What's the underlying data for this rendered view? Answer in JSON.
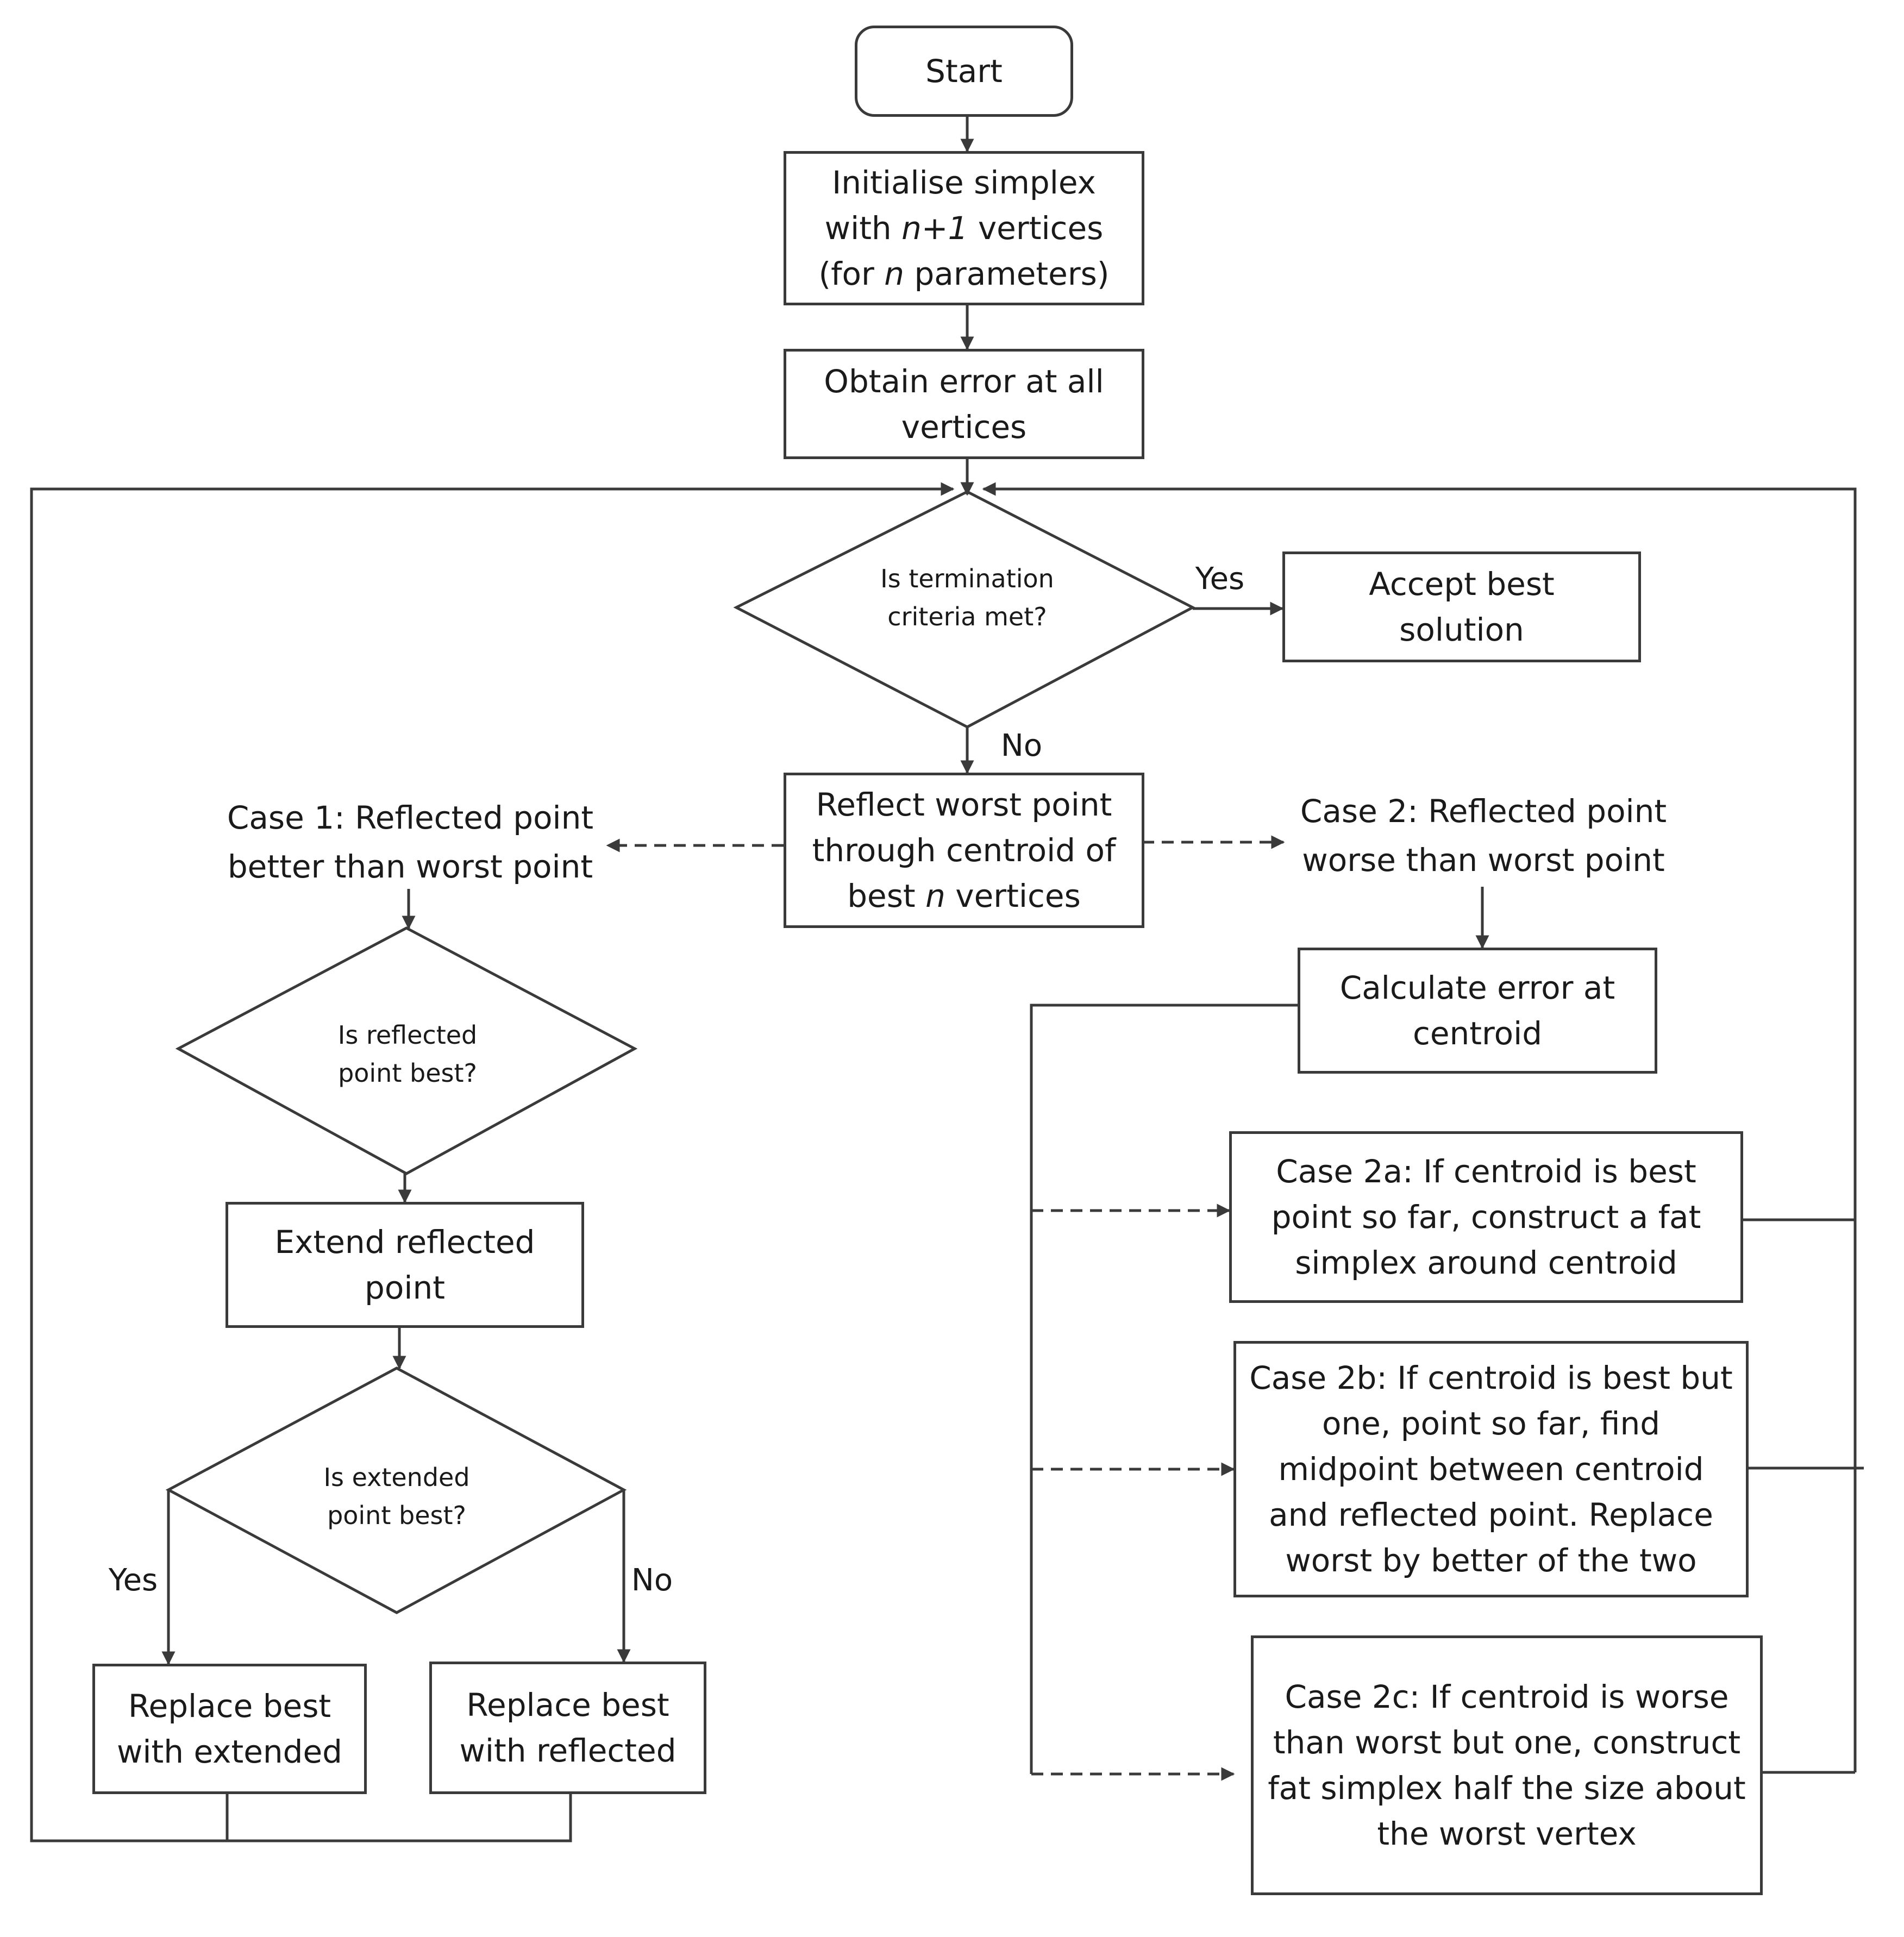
{
  "nodes": {
    "start": "Start",
    "init": {
      "a": "Initialise simplex",
      "b1": "with ",
      "b_em": "n+1",
      "b2": " vertices",
      "c1": "(for ",
      "c_em": "n",
      "c2": " parameters)"
    },
    "obtain": {
      "a": "Obtain error at all",
      "b": "vertices"
    },
    "termination": {
      "a": "Is termination",
      "b": "criteria met?"
    },
    "accept": {
      "a": "Accept best",
      "b": "solution"
    },
    "reflect": {
      "a": "Reflect worst point",
      "b": "through centroid of",
      "c1": "best ",
      "c_em": "n",
      "c2": " vertices"
    },
    "case1": {
      "a": "Case 1: Reflected point",
      "b": "better than worst point"
    },
    "case2": {
      "a": "Case 2: Reflected point",
      "b": "worse than worst point"
    },
    "is_reflected_best": {
      "a": "Is reflected",
      "b": "point best?"
    },
    "extend": {
      "a": "Extend reflected",
      "b": "point"
    },
    "is_extended_best": {
      "a": "Is extended",
      "b": "point best?"
    },
    "replace_extended": {
      "a": "Replace best",
      "b": "with extended"
    },
    "replace_reflected": {
      "a": "Replace best",
      "b": "with reflected"
    },
    "calc_centroid": {
      "a": "Calculate error at",
      "b": "centroid"
    },
    "case2a": {
      "a": "Case 2a: If centroid is best",
      "b": "point so far, construct a fat",
      "c": "simplex around centroid"
    },
    "case2b": {
      "a": "Case 2b: If centroid is best but",
      "b": "one, point so far, find",
      "c": "midpoint between centroid",
      "d": "and reflected point. Replace",
      "e": "worst by better of the two"
    },
    "case2c": {
      "a": "Case 2c: If centroid is worse",
      "b": "than worst but one, construct",
      "c": "fat simplex half the size about",
      "d": "the worst vertex"
    }
  },
  "edge_labels": {
    "term_yes": "Yes",
    "term_no": "No",
    "ext_yes": "Yes",
    "ext_no": "No"
  },
  "colors": {
    "stroke": "#3a3a3a",
    "text": "#1a1a1a",
    "background": "#ffffff"
  }
}
